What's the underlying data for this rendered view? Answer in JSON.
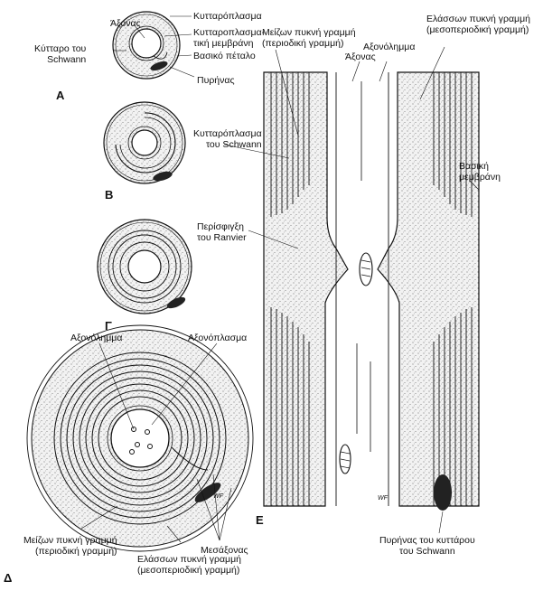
{
  "panels": {
    "a": "A",
    "b": "B",
    "c": "Γ",
    "d": "Δ",
    "e": "E"
  },
  "panelA": {
    "axon": "Άξονας",
    "cytoplasm": "Κυτταρόπλασμα",
    "plasma_membrane": "Κυτταροπλασμα-\nτική μεμβράνη",
    "schwann_cell": "Κύτταρο του\nSchwann",
    "basal_lamina": "Βασικό πέταλο",
    "nucleus": "Πυρήνας"
  },
  "panelD": {
    "axolemma": "Αξονόλημμα",
    "axoplasm": "Αξονόπλασμα",
    "major_dense_line": "Μείζων πυκνή γραμμή\n(περιοδική γραμμή)",
    "mesaxon": "Μεσάξονας",
    "minor_dense_line": "Ελάσσων πυκνή γραμμή\n(μεσοπεριοδική γραμμή)"
  },
  "panelE": {
    "major_dense_line": "Μείζων πυκνή γραμμή\n(περιοδική γραμμή)",
    "axon": "Άξονας",
    "axolemma": "Αξονόλημμα",
    "minor_dense_line": "Ελάσσων πυκνή γραμμή\n(μεσοπεριοδική γραμμή)",
    "schwann_cytoplasm": "Κυτταρόπλασμα\nτου Schwann",
    "basement_membrane": "Βασική\nμεμβράνη",
    "node_ranvier": "Περίσφιγξη\nτου Ranvier",
    "schwann_nucleus": "Πυρήνας του κυττάρου\nτου Schwann"
  },
  "signature": "WF"
}
